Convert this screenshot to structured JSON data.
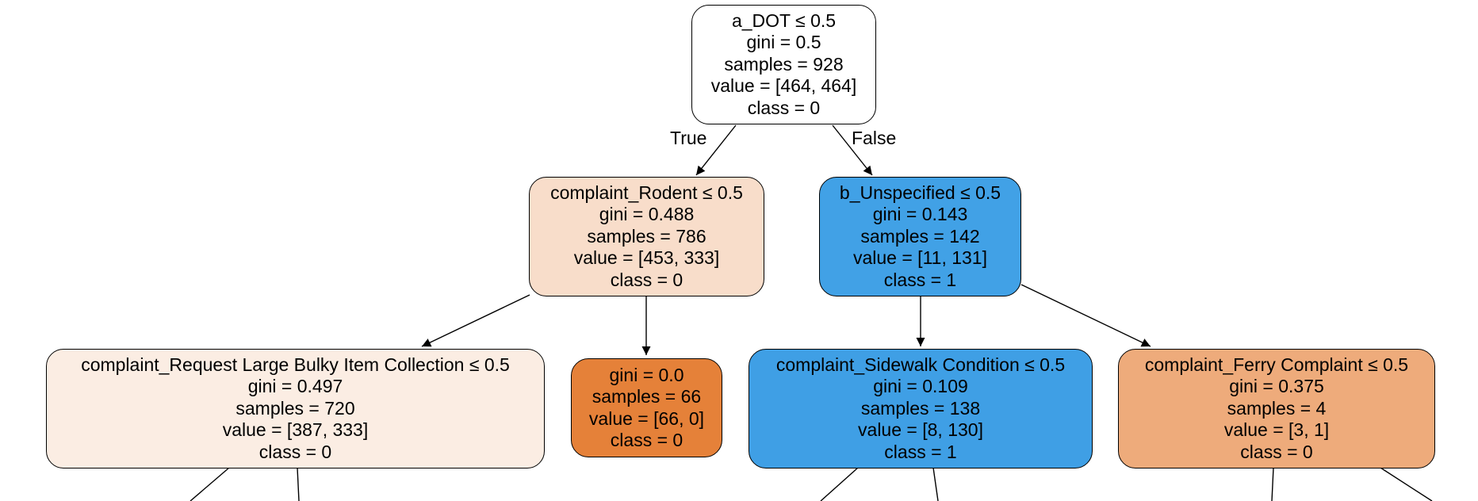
{
  "edge_labels": {
    "true_label": "True",
    "false_label": "False"
  },
  "nodes": {
    "root": {
      "split": "a_DOT ≤ 0.5",
      "gini": "gini = 0.5",
      "samples": "samples = 928",
      "value": "value = [464, 464]",
      "class": "class = 0",
      "fill": "#ffffff"
    },
    "n1": {
      "split": "complaint_Rodent ≤ 0.5",
      "gini": "gini = 0.488",
      "samples": "samples = 786",
      "value": "value = [453, 333]",
      "class": "class = 0",
      "fill": "#f8ddca"
    },
    "n2": {
      "split": "b_Unspecified ≤ 0.5",
      "gini": "gini = 0.143",
      "samples": "samples = 142",
      "value": "value = [11, 131]",
      "class": "class = 1",
      "fill": "#41a1e6"
    },
    "n3": {
      "split": "complaint_Request Large Bulky Item Collection ≤ 0.5",
      "gini": "gini = 0.497",
      "samples": "samples = 720",
      "value": "value = [387, 333]",
      "class": "class = 0",
      "fill": "#fbede3"
    },
    "n4": {
      "gini": "gini = 0.0",
      "samples": "samples = 66",
      "value": "value = [66, 0]",
      "class": "class = 0",
      "fill": "#e58139"
    },
    "n5": {
      "split": "complaint_Sidewalk Condition ≤ 0.5",
      "gini": "gini = 0.109",
      "samples": "samples = 138",
      "value": "value = [8, 130]",
      "class": "class = 1",
      "fill": "#3f9fe5"
    },
    "n6": {
      "split": "complaint_Ferry Complaint ≤ 0.5",
      "gini": "gini = 0.375",
      "samples": "samples = 4",
      "value": "value = [3, 1]",
      "class": "class = 0",
      "fill": "#eeab7b"
    }
  }
}
